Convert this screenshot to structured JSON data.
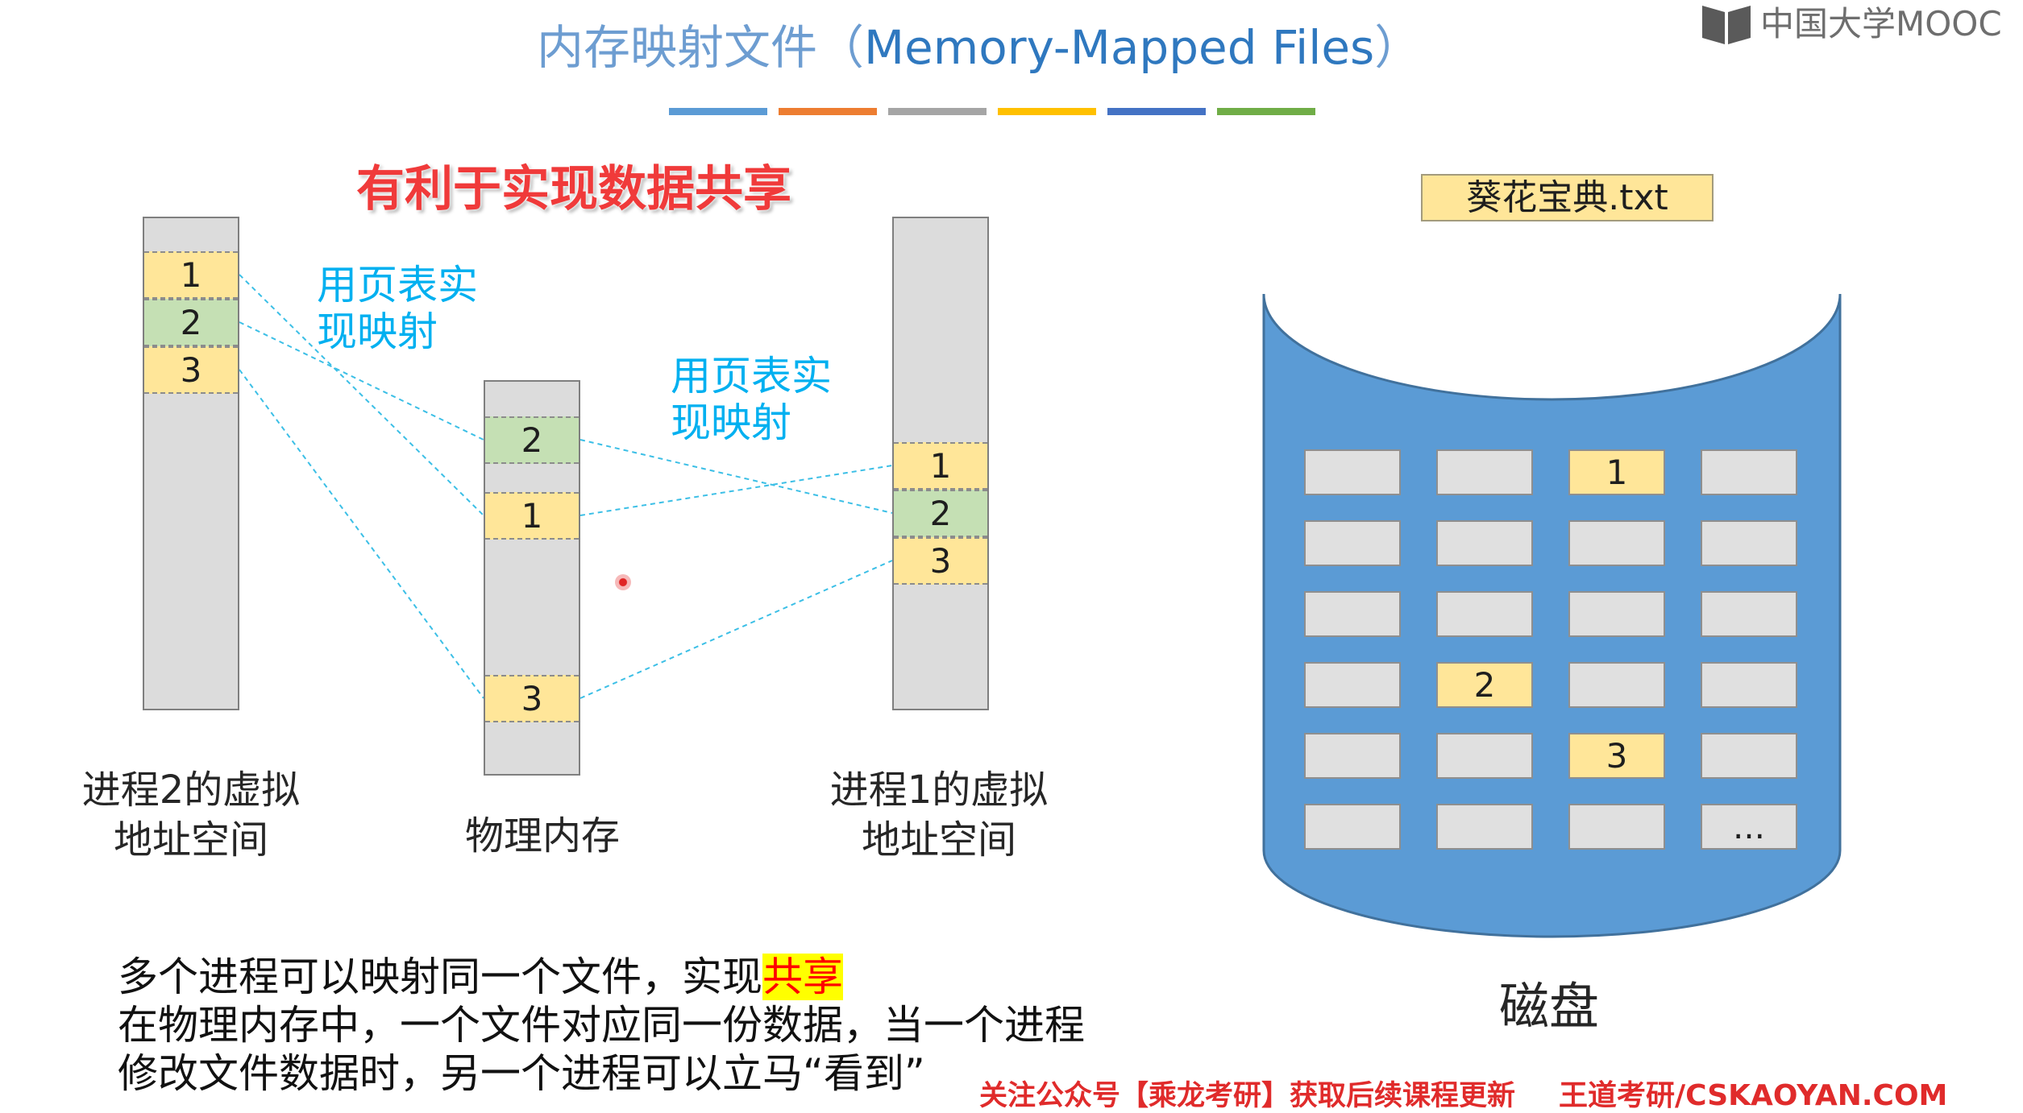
{
  "header": {
    "title_cn": "内存映射文件（",
    "title_en": "Memory-Mapped Files",
    "title_close": "）",
    "title_cn_color": "#6d9dd1",
    "title_en_color": "#2f78bf",
    "accent_bars": [
      "#5b9bd5",
      "#ed7d31",
      "#a5a5a5",
      "#ffc000",
      "#4472c4",
      "#70ad47"
    ],
    "logo": {
      "icon": "mooc-book-icon",
      "text": "中国大学MOOC"
    }
  },
  "headline": {
    "text": "有利于实现数据共享",
    "color": "#f03a3a"
  },
  "diagram": {
    "column_fill": "#dcdcdc",
    "mapping_line_color": "#3cbfe6",
    "note_color": "#00b0f0",
    "process2": {
      "label_line1": "进程2的虚拟",
      "label_line2": "地址空间",
      "pages": [
        {
          "n": "1",
          "fill": "#ffe699"
        },
        {
          "n": "2",
          "fill": "#c5e0b4"
        },
        {
          "n": "3",
          "fill": "#ffe699"
        }
      ]
    },
    "physical_memory": {
      "label": "物理内存",
      "pages": [
        {
          "n": "2",
          "fill": "#c5e0b4"
        },
        {
          "n": "1",
          "fill": "#ffe699"
        },
        {
          "n": "3",
          "fill": "#ffe699"
        }
      ]
    },
    "process1": {
      "label_line1": "进程1的虚拟",
      "label_line2": "地址空间",
      "pages": [
        {
          "n": "1",
          "fill": "#ffe699"
        },
        {
          "n": "2",
          "fill": "#c5e0b4"
        },
        {
          "n": "3",
          "fill": "#ffe699"
        }
      ]
    },
    "note_left": {
      "line1": "用页表实",
      "line2": "现映射"
    },
    "note_right": {
      "line1": "用页表实",
      "line2": "现映射"
    }
  },
  "disk": {
    "file_name": "葵花宝典.txt",
    "file_fill": "#ffe699",
    "label": "磁盘",
    "body_color": "#5b9bd5",
    "edge_color": "#41719c",
    "blocks": [
      [
        {
          "t": "",
          "fill": "#e0e0e0"
        },
        {
          "t": "",
          "fill": "#e0e0e0"
        },
        {
          "t": "1",
          "fill": "#ffe699"
        },
        {
          "t": "",
          "fill": "#e0e0e0"
        }
      ],
      [
        {
          "t": "",
          "fill": "#e0e0e0"
        },
        {
          "t": "",
          "fill": "#e0e0e0"
        },
        {
          "t": "",
          "fill": "#e0e0e0"
        },
        {
          "t": "",
          "fill": "#e0e0e0"
        }
      ],
      [
        {
          "t": "",
          "fill": "#e0e0e0"
        },
        {
          "t": "",
          "fill": "#e0e0e0"
        },
        {
          "t": "",
          "fill": "#e0e0e0"
        },
        {
          "t": "",
          "fill": "#e0e0e0"
        }
      ],
      [
        {
          "t": "",
          "fill": "#e0e0e0"
        },
        {
          "t": "2",
          "fill": "#ffe699"
        },
        {
          "t": "",
          "fill": "#e0e0e0"
        },
        {
          "t": "",
          "fill": "#e0e0e0"
        }
      ],
      [
        {
          "t": "",
          "fill": "#e0e0e0"
        },
        {
          "t": "",
          "fill": "#e0e0e0"
        },
        {
          "t": "3",
          "fill": "#ffe699"
        },
        {
          "t": "",
          "fill": "#e0e0e0"
        }
      ],
      [
        {
          "t": "",
          "fill": "#e0e0e0"
        },
        {
          "t": "",
          "fill": "#e0e0e0"
        },
        {
          "t": "",
          "fill": "#e0e0e0"
        },
        {
          "t": "...",
          "fill": "#e0e0e0"
        }
      ]
    ]
  },
  "notes": {
    "line1_prefix": "多个进程可以映射同一个文件，实现",
    "line1_highlight": "共享",
    "highlight_bg": "#ffff00",
    "highlight_color": "#ff0000",
    "line2": "在物理内存中，一个文件对应同一份数据，当一个进程",
    "line3": "修改文件数据时，另一个进程可以立马“看到”"
  },
  "footer": {
    "promo": "关注公众号【乘龙考研】获取后续课程更新",
    "site": "王道考研/CSKAOYAN.COM",
    "color": "#e02b2b"
  }
}
